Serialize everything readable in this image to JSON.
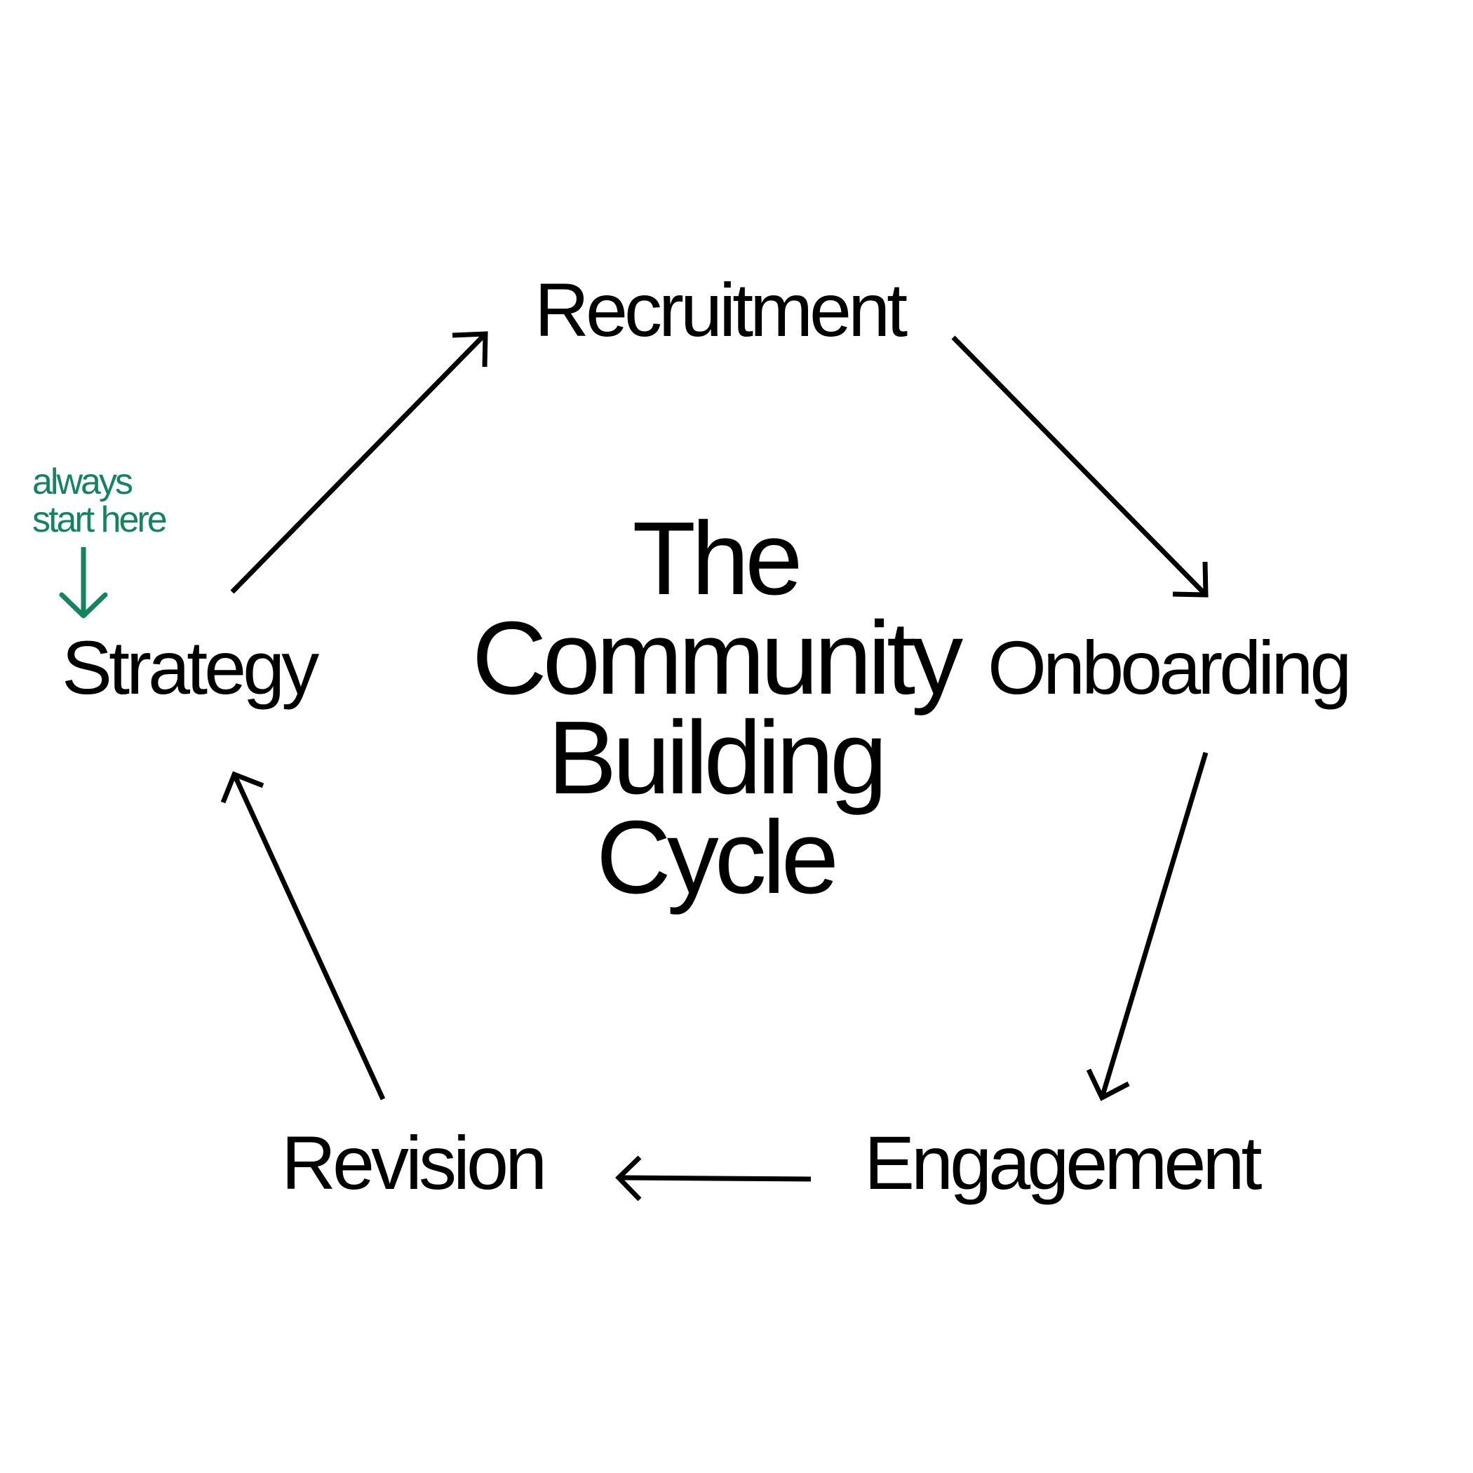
{
  "diagram": {
    "title_lines": [
      "The",
      "Community",
      "Building",
      "Cycle"
    ],
    "stages": [
      "Recruitment",
      "Onboarding",
      "Engagement",
      "Revision",
      "Strategy"
    ],
    "hint": {
      "lines": [
        "always",
        "start here"
      ]
    },
    "colors": {
      "text": "#000000",
      "arrow": "#000000",
      "hint": "#13845d",
      "background": "#ffffff"
    },
    "icons": [
      "arrow-right-icon",
      "arrow-down-icon"
    ]
  }
}
